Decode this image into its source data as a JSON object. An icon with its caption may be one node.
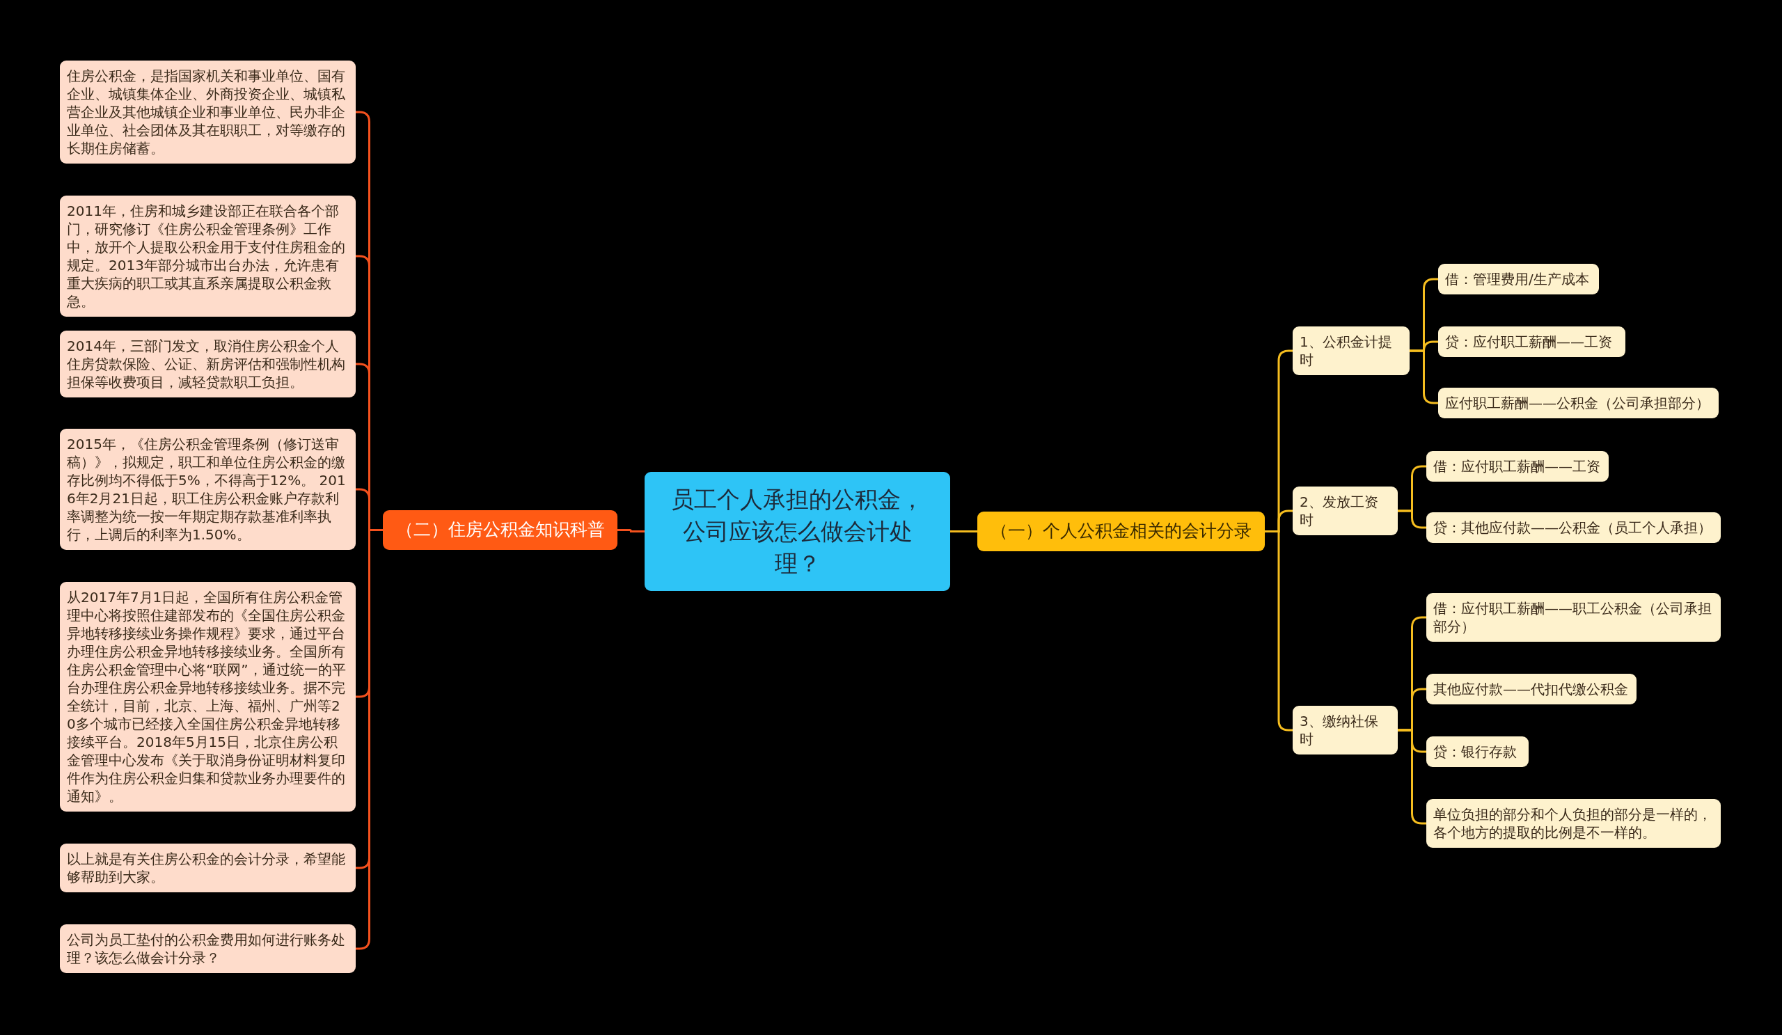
{
  "diagram": {
    "nodes": [
      {
        "text": [
          "员工个人承担的公积金，公司应该怎么做会计处理？"
        ]
      },
      {
        "text": [
          "（一）个人公积金相关的会计分录"
        ]
      },
      {
        "text": [
          "1、公积金计提时"
        ]
      },
      {
        "text": [
          "借：管理费用/生产成本"
        ]
      },
      {
        "text": [
          "贷：应付职工薪酬——工资"
        ]
      },
      {
        "text": [
          "应付职工薪酬——公积金（公司承担部分）"
        ]
      },
      {
        "text": [
          "2、发放工资时"
        ]
      },
      {
        "text": [
          "借：应付职工薪酬——工资"
        ]
      },
      {
        "text": [
          "贷：其他应付款——公积金（员工个人承担）"
        ]
      },
      {
        "text": [
          "3、缴纳社保时"
        ]
      },
      {
        "text": [
          "借：应付职工薪酬——职工公积金（公司承担部分）"
        ]
      },
      {
        "text": [
          "其他应付款——代扣代缴公积金"
        ]
      },
      {
        "text": [
          "贷：银行存款"
        ]
      },
      {
        "text": [
          "单位负担的部分和个人负担的部分是一样的，各个地方的提取的比例是不一样的。"
        ]
      },
      {
        "text": [
          "（二）住房公积金知识科普"
        ]
      },
      {
        "text": [
          "住房公积金，是指国家机关和事业单位、国有企业、城镇集体企业、外商投资企业、城镇私营企业及其他城镇企业和事业单位、民办非企业单位、社会团体及其在职职工，对等缴存的长期住房储蓄。"
        ]
      },
      {
        "text": [
          "2011年，住房和城乡建设部正在联合各个部门，研究修订《住房公积金管理条例》工作中，放开个人提取公积金用于支付住房租金的规定。2013年部分城市出台办法，允许患有重大疾病的职工或其直系亲属提取公积金救急。"
        ]
      },
      {
        "text": [
          "2014年，三部门发文，取消住房公积金个人住房贷款保险、公证、新房评估和强制性机构担保等收费项目，减轻贷款职工负担。"
        ]
      },
      {
        "text": [
          "2015年，《住房公积金管理条例（修订送审稿）》，拟规定，职工和单位住房公积金的缴存比例均不得低于5%，不得高于12%。 2016年2月21日起，职工住房公积金账户存款利率调整为统一按一年期定期存款基准利率执行，上调后的利率为1.50%。"
        ]
      },
      {
        "text": [
          "从2017年7月1日起，全国所有住房公积金管理中心将按照住建部发布的《全国住房公积金异地转移接续业务操作规程》要求，通过平台办理住房公积金异地转移接续业务。全国所有住房公积金管理中心将“联网”，通过统一的平台办理住房公积金异地转移接续业务。据不完全统计，目前，北京、上海、福州、广州等20多个城市已经接入全国住房公积金异地转移接续平台。2018年5月15日，北京住房公积金管理中心发布《关于取消身份证明材料复印件作为住房公积金归集和贷款业务办理要件的通知》。"
        ]
      },
      {
        "text": [
          "以上就是有关住房公积金的会计分录，希望能够帮助到大家。"
        ]
      },
      {
        "text": [
          "公司为员工垫付的公积金费用如何进行账务处理？该怎么做会计分录？"
        ]
      }
    ],
    "edges": [
      {
        "from": 0,
        "to": 1,
        "arrow": "none"
      },
      {
        "from": 1,
        "to": 2,
        "arrow": "none"
      },
      {
        "from": 1,
        "to": 6,
        "arrow": "none"
      },
      {
        "from": 1,
        "to": 9,
        "arrow": "none"
      },
      {
        "from": 2,
        "to": 3,
        "arrow": "none"
      },
      {
        "from": 2,
        "to": 4,
        "arrow": "none"
      },
      {
        "from": 2,
        "to": 5,
        "arrow": "none"
      },
      {
        "from": 6,
        "to": 7,
        "arrow": "none"
      },
      {
        "from": 6,
        "to": 8,
        "arrow": "none"
      },
      {
        "from": 9,
        "to": 10,
        "arrow": "none"
      },
      {
        "from": 9,
        "to": 11,
        "arrow": "none"
      },
      {
        "from": 9,
        "to": 12,
        "arrow": "none"
      },
      {
        "from": 9,
        "to": 13,
        "arrow": "none"
      },
      {
        "from": 0,
        "to": 14,
        "arrow": "none",
        "color": "#f4511e"
      },
      {
        "from": 14,
        "to": 15,
        "arrow": "none",
        "color": "#f4511e"
      },
      {
        "from": 14,
        "to": 16,
        "arrow": "none",
        "color": "#f4511e"
      },
      {
        "from": 14,
        "to": 17,
        "arrow": "none",
        "color": "#f4511e"
      },
      {
        "from": 14,
        "to": 18,
        "arrow": "none",
        "color": "#f4511e"
      },
      {
        "from": 14,
        "to": 19,
        "arrow": "none",
        "color": "#f4511e"
      },
      {
        "from": 14,
        "to": 20,
        "arrow": "none",
        "color": "#f4511e"
      },
      {
        "from": 14,
        "to": 21,
        "arrow": "none",
        "color": "#f4511e"
      }
    ]
  }
}
